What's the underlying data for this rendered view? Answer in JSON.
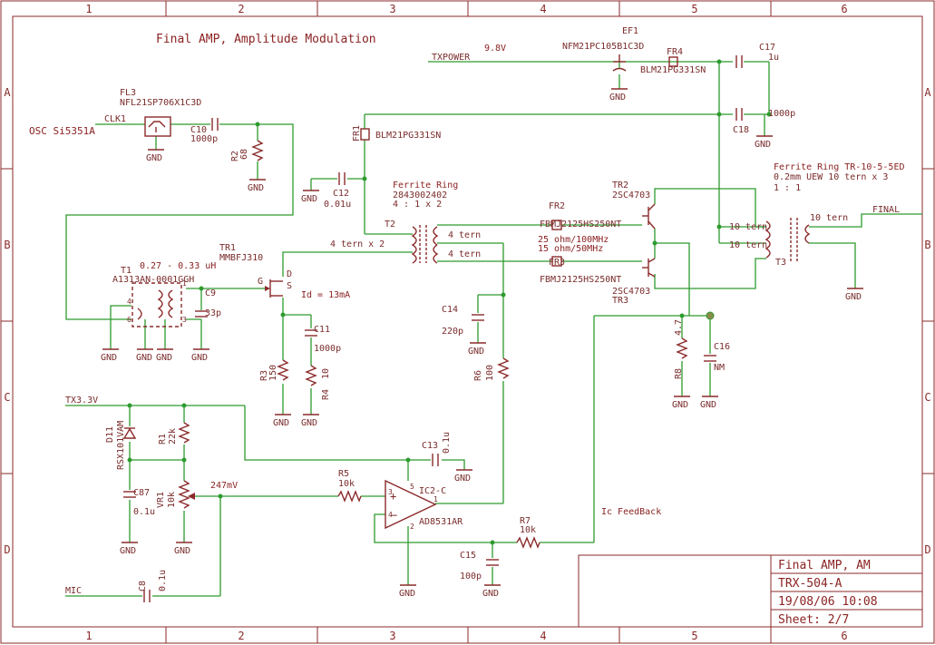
{
  "sheet": {
    "title": "Final AMP, Amplitude Modulation",
    "title_block": {
      "name": "Final AMP, AM",
      "board": "TRX-504-A",
      "date": "19/08/06 10:08",
      "sheet": "Sheet: 2/7"
    },
    "columns": [
      "1",
      "2",
      "3",
      "4",
      "5",
      "6"
    ],
    "rows": [
      "A",
      "B",
      "C",
      "D"
    ]
  },
  "nets": {
    "osc": "OSC Si5351A",
    "clk1": "CLK1",
    "txpower": "TXPOWER",
    "txpower_v": "9.8V",
    "tx33": "TX3.3V",
    "mic": "MIC",
    "final": "FINAL",
    "gnd": "GND",
    "v247": "247mV",
    "id": "Id = 13mA",
    "ic_fb": "Ic FeedBack"
  },
  "components": {
    "fl3": {
      "ref": "FL3",
      "value": "NFL21SP706X1C3D"
    },
    "c10": {
      "ref": "C10",
      "value": "1000p"
    },
    "r2": {
      "ref": "R2",
      "value": "68"
    },
    "ef1": {
      "ref": "EF1",
      "value": "NFM21PC105B1C3D"
    },
    "fr4": {
      "ref": "FR4",
      "value": "BLM21PG331SN"
    },
    "c17": {
      "ref": "C17",
      "value": "1u"
    },
    "c18": {
      "ref": "C18",
      "value": "1000p"
    },
    "fr1": {
      "ref": "FR1",
      "value": "BLM21PG331SN"
    },
    "c12": {
      "ref": "C12",
      "value": "0.01u"
    },
    "t2": {
      "ref": "T2",
      "core": "Ferrite Ring",
      "part": "2843002402",
      "ratio": "4 : 1 x 2",
      "pri": "4 tern x 2",
      "sec1": "4 tern",
      "sec2": "4 tern"
    },
    "fr2": {
      "ref": "FR2",
      "value": "FBMJ2125HS250NT"
    },
    "fr3": {
      "ref": "FR3",
      "value": "FBMJ2125HS250NT"
    },
    "ferrite_note1": "25 ohm/100MHz",
    "ferrite_note2": "15 ohm/50MHz",
    "tr2": {
      "ref": "TR2",
      "value": "2SC4703"
    },
    "tr3": {
      "ref": "TR3",
      "value": "2SC4703"
    },
    "t3": {
      "ref": "T3",
      "core": "Ferrite Ring TR-10-5-5ED",
      "wire": "0.2mm UEW 10 tern x 3",
      "ratio": "1 : 1",
      "w1": "10 tern",
      "w2": "10 tern",
      "w3": "10 tern"
    },
    "tr1": {
      "ref": "TR1",
      "value": "MMBFJ310",
      "g": "G",
      "d": "D",
      "s": "S"
    },
    "t1": {
      "ref": "T1",
      "value": "A1313AN-0001GGH",
      "ind": "0.27 - 0.33 uH",
      "p4": "4",
      "p6": "6",
      "p1": "1",
      "p3": "3"
    },
    "c9": {
      "ref": "C9",
      "value": "33p"
    },
    "c11": {
      "ref": "C11",
      "value": "1000p"
    },
    "r3": {
      "ref": "R3",
      "value": "150"
    },
    "r4": {
      "ref": "R4",
      "value": "10"
    },
    "c14": {
      "ref": "C14",
      "value": "220p"
    },
    "r6": {
      "ref": "R6",
      "value": "100"
    },
    "r8": {
      "ref": "R8",
      "value": "4.7"
    },
    "c16": {
      "ref": "C16",
      "value": "NM"
    },
    "d11": {
      "ref": "D11",
      "value": "RSX101VAM"
    },
    "r1": {
      "ref": "R1",
      "value": "22k"
    },
    "c87": {
      "ref": "C87",
      "value": "0.1u"
    },
    "vr1": {
      "ref": "VR1",
      "value": "10k"
    },
    "r5": {
      "ref": "R5",
      "value": "10k"
    },
    "c13": {
      "ref": "C13",
      "value": "0.1u"
    },
    "ic2": {
      "ref": "IC2-C",
      "value": "AD8531AR",
      "p3": "3",
      "p4": "4",
      "p1": "1",
      "p5": "5",
      "p2": "2"
    },
    "r7": {
      "ref": "R7",
      "value": "10k"
    },
    "c15": {
      "ref": "C15",
      "value": "100p"
    },
    "c8": {
      "ref": "C8",
      "value": "0.1u"
    }
  }
}
